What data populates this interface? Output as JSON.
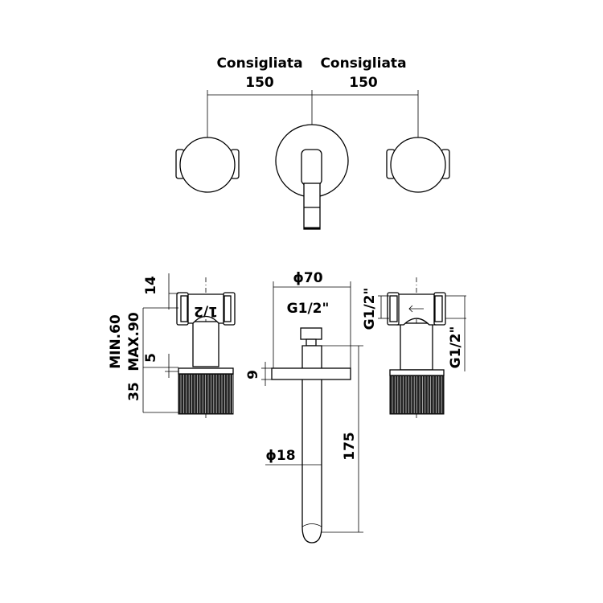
{
  "top_view": {
    "left_dim": {
      "label": "Consigliata",
      "value": "150"
    },
    "right_dim": {
      "label": "Consigliata",
      "value": "150"
    }
  },
  "front_view": {
    "left_valve": {
      "dim_top": "14",
      "dim_min": "MIN.60",
      "dim_max": "MAX.90",
      "dim_gap": "5",
      "dim_knob": "35",
      "body_marking": "1/2"
    },
    "spout": {
      "plate_diameter": "ϕ70",
      "thread": "G1/2\"",
      "plate_thickness": "9",
      "length": "175",
      "pipe_diameter": "ϕ18"
    },
    "right_valve": {
      "thread_in": "G1/2\"",
      "thread_out": "G1/2\""
    }
  }
}
